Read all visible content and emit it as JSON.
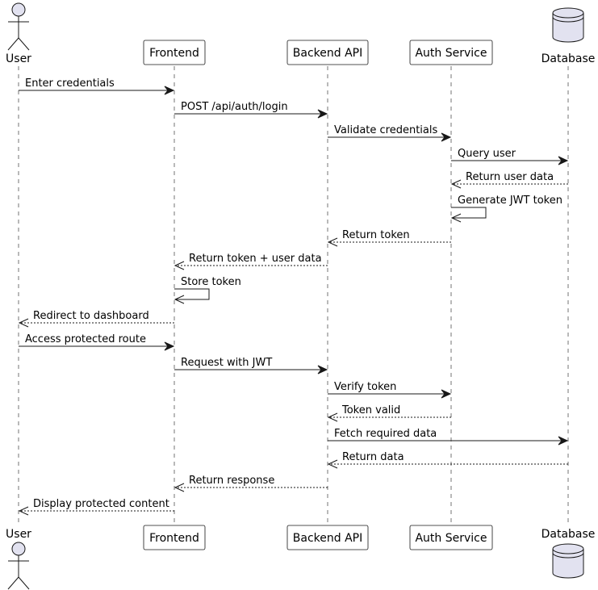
{
  "participants": [
    {
      "id": "user",
      "label": "User",
      "kind": "actor"
    },
    {
      "id": "frontend",
      "label": "Frontend",
      "kind": "box"
    },
    {
      "id": "backend",
      "label": "Backend API",
      "kind": "box"
    },
    {
      "id": "auth",
      "label": "Auth Service",
      "kind": "box"
    },
    {
      "id": "db",
      "label": "Database",
      "kind": "database"
    }
  ],
  "messages": [
    {
      "from": "user",
      "to": "frontend",
      "label": "Enter credentials",
      "style": "solid"
    },
    {
      "from": "frontend",
      "to": "backend",
      "label": "POST /api/auth/login",
      "style": "solid"
    },
    {
      "from": "backend",
      "to": "auth",
      "label": "Validate credentials",
      "style": "solid"
    },
    {
      "from": "auth",
      "to": "db",
      "label": "Query user",
      "style": "solid"
    },
    {
      "from": "db",
      "to": "auth",
      "label": "Return user data",
      "style": "dashed"
    },
    {
      "from": "auth",
      "to": "auth",
      "label": "Generate JWT token",
      "style": "solid"
    },
    {
      "from": "auth",
      "to": "backend",
      "label": "Return token",
      "style": "dashed"
    },
    {
      "from": "backend",
      "to": "frontend",
      "label": "Return token + user data",
      "style": "dashed"
    },
    {
      "from": "frontend",
      "to": "frontend",
      "label": "Store token",
      "style": "solid"
    },
    {
      "from": "frontend",
      "to": "user",
      "label": "Redirect to dashboard",
      "style": "dashed"
    },
    {
      "from": "user",
      "to": "frontend",
      "label": "Access protected route",
      "style": "solid"
    },
    {
      "from": "frontend",
      "to": "backend",
      "label": "Request with JWT",
      "style": "solid"
    },
    {
      "from": "backend",
      "to": "auth",
      "label": "Verify token",
      "style": "solid"
    },
    {
      "from": "auth",
      "to": "backend",
      "label": "Token valid",
      "style": "dashed"
    },
    {
      "from": "backend",
      "to": "db",
      "label": "Fetch required data",
      "style": "solid"
    },
    {
      "from": "db",
      "to": "backend",
      "label": "Return data",
      "style": "dashed"
    },
    {
      "from": "backend",
      "to": "frontend",
      "label": "Return response",
      "style": "dashed"
    },
    {
      "from": "frontend",
      "to": "user",
      "label": "Display protected content",
      "style": "dashed"
    }
  ]
}
